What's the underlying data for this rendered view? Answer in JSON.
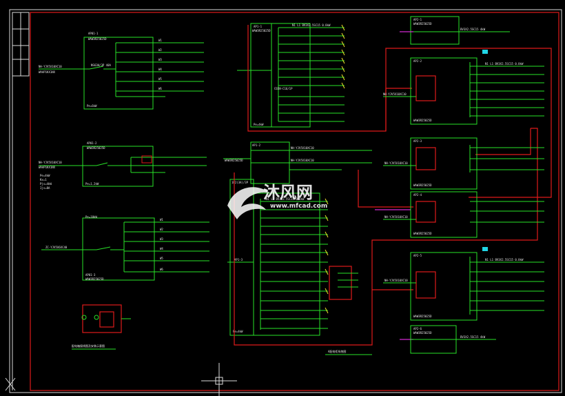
{
  "watermark": {
    "brand": "沐风网",
    "url": "www.mfcad.com"
  },
  "drawing_titles": {
    "lower_center": "A配电柜系统图",
    "lower_left": "配电箱接线图及安装示意图"
  },
  "panels": {
    "left_1": {
      "name": "AP01-1",
      "spec": "WAW3R25025D",
      "feeder_label": "NH-YJV5X10XC10",
      "feeder_sub": "WAAP1KX1NX",
      "main_breaker": "NS63H/3P 40A",
      "pe_note": "Pe=6kW",
      "circuits": [
        "W1",
        "W2",
        "W3",
        "W4",
        "W5",
        "W6"
      ]
    },
    "left_2": {
      "name": "AP01-2",
      "spec": "WAW3R25025D",
      "feeder_label": "NH-YJV5X10XC10",
      "feeder_sub": "WAAP1KX1NX",
      "notes": [
        "Pe=4kW",
        "Kx=1",
        "Pjs=4kW",
        "Ijs=8A"
      ],
      "pe_note": "Pe=1.2kW"
    },
    "left_3": {
      "name": "AP01-3",
      "spec": "WAW3R25025D",
      "pe_note": "Pe=10kW",
      "feeder_label": "ZC-YJV5X6XC40",
      "circuits": [
        "W1",
        "W2",
        "W3",
        "W4",
        "W5",
        "W6"
      ]
    },
    "center_top": {
      "name": "AP1-1",
      "spec": "WAW3R25025D",
      "pe_note": "Pe=4kW"
    },
    "center_mid": {
      "name": "AP1-2",
      "spec": "WAW3R25025D"
    },
    "center_bottom": {
      "name": "AP1-3",
      "spec": "WAW3R25025D",
      "pe_note": "Pe=4kW",
      "tag": "1P2(3A)/3P"
    },
    "right_1": {
      "name": "AP2-1",
      "spec": "WAW3R25025D"
    },
    "right_2": {
      "name": "AP2-2",
      "spec": "WAW3R25025D"
    },
    "right_3": {
      "name": "AP2-3",
      "spec": "WAW3R25025D"
    },
    "right_4": {
      "name": "AP2-4",
      "spec": "WAW3R25025D"
    },
    "right_5": {
      "name": "AP2-5",
      "spec": "WAW3R25025D"
    },
    "right_6": {
      "name": "AP2-6",
      "spec": "WAW3R25025D"
    }
  },
  "circuit_line": {
    "label": "N1 L1 BV3X2.5SC15 0.8kW",
    "breaker": "C65N-C16/1P"
  },
  "feeders": {
    "right_in": "NH-YJV5X10XC10",
    "right_out": "WAW3R25025D",
    "right_cable": "BV3X2.5SC15 4kW",
    "load": "0.8kW"
  },
  "colors": {
    "background": "#000000",
    "wire_green": "#29e329",
    "frame_red": "#e01a1a",
    "frame_white": "#dcdcdc",
    "bus_magenta": "#d42bd4",
    "cyan": "#21d6e6",
    "yellow": "#f2e32a"
  }
}
